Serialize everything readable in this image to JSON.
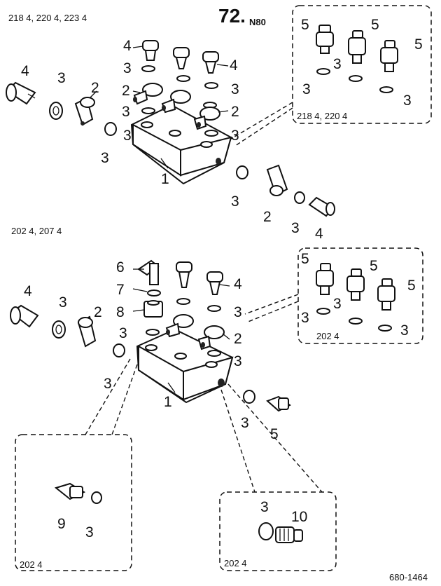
{
  "header": {
    "page_number": "72.",
    "page_suffix": "N80",
    "top_models": "218 4, 220 4, 223 4",
    "bottom_models": "202 4, 207 4",
    "ref_code": "680-1464"
  },
  "insets": {
    "top_right_models": "218 4, 220 4",
    "mid_right_models": "202 4",
    "bottom_left_models": "202 4",
    "bottom_right_models": "202 4"
  },
  "callouts": {
    "c1": "1",
    "c2": "2",
    "c3": "3",
    "c4": "4",
    "c5": "5",
    "c6": "6",
    "c7": "7",
    "c8": "8",
    "c9": "9",
    "c10": "10"
  }
}
